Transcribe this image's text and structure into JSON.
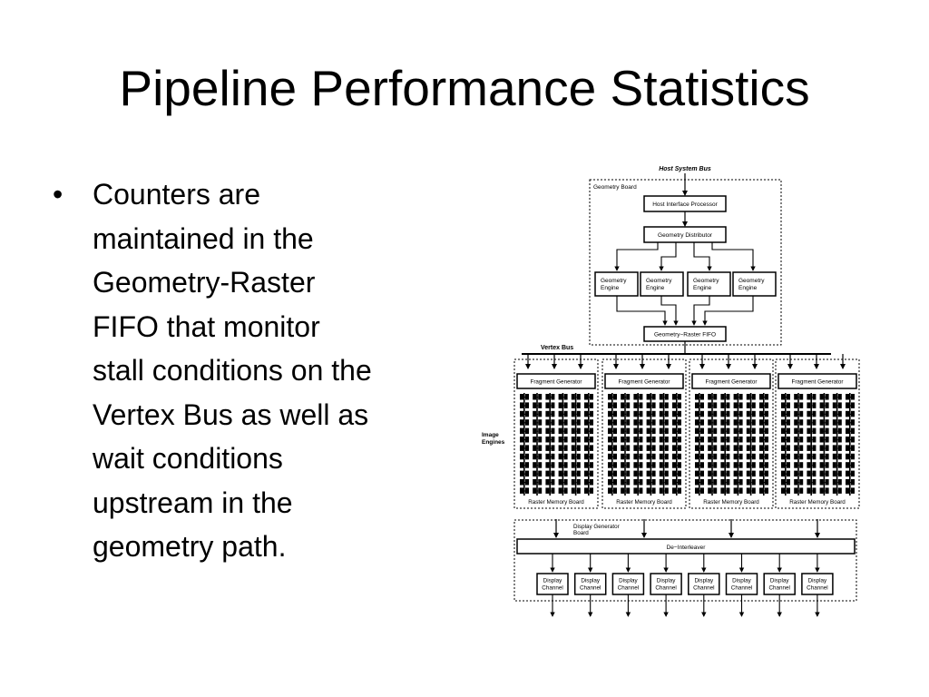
{
  "slide": {
    "title": "Pipeline Performance Statistics",
    "bullet_lines": [
      "Counters are",
      "maintained in the",
      "Geometry-Raster",
      "FIFO that monitor",
      "stall conditions on the",
      "Vertex Bus as well as",
      "wait conditions",
      "upstream in the",
      "geometry path."
    ]
  },
  "diagram": {
    "host_system_bus": "Host System Bus",
    "geometry_board": "Geometry Board",
    "host_interface_processor": "Host Interface Processor",
    "geometry_distributor": "Geometry Distributor",
    "geometry_engine": [
      "Geometry",
      "Engine"
    ],
    "geometry_raster_fifo": "Geometry−Raster FIFO",
    "vertex_bus": "Vertex Bus",
    "image_engines": [
      "Image",
      "Engines"
    ],
    "fragment_generator": "Fragment Generator",
    "raster_memory_board": "Raster Memory Board",
    "display_generator_board": [
      "Display Generator",
      "Board"
    ],
    "de_interleaver": "De−Interleaver",
    "display_channel": [
      "Display",
      "Channel"
    ]
  }
}
